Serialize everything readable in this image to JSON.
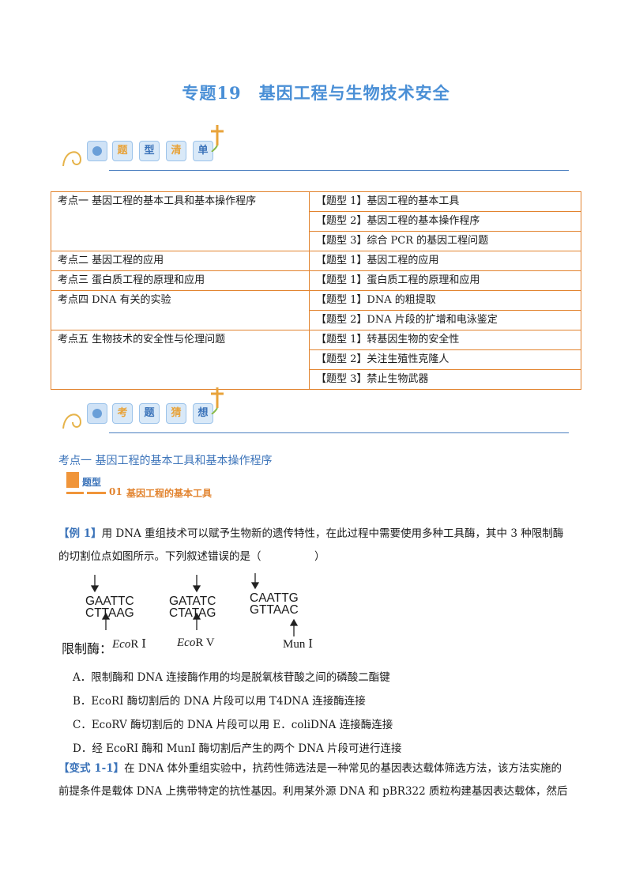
{
  "title": "专题19　基因工程与生物技术安全",
  "banner1": {
    "chars": [
      "题",
      "型",
      "清",
      "单"
    ]
  },
  "banner2": {
    "chars": [
      "考",
      "题",
      "猜",
      "想"
    ]
  },
  "table": [
    {
      "left": "考点一  基因工程的基本工具和基本操作程序",
      "right": "【题型 1】基因工程的基本工具"
    },
    {
      "left": "",
      "right": "【题型 2】基因工程的基本操作程序"
    },
    {
      "left": "",
      "right": "【题型 3】综合 PCR 的基因工程问题"
    },
    {
      "left": "考点二  基因工程的应用",
      "right": "【题型 1】基因工程的应用"
    },
    {
      "left": "考点三  蛋白质工程的原理和应用",
      "right": "【题型 1】蛋白质工程的原理和应用"
    },
    {
      "left": "考点四  DNA 有关的实验",
      "right": "【题型 1】DNA 的粗提取"
    },
    {
      "left": "",
      "right": "【题型 2】DNA 片段的扩增和电泳鉴定"
    },
    {
      "left": "考点五  生物技术的安全性与伦理问题",
      "right": "【题型 1】转基因生物的安全性"
    },
    {
      "left": "",
      "right": "【题型 2】关注生殖性克隆人"
    },
    {
      "left": "",
      "right": "【题型 3】禁止生物武器"
    }
  ],
  "kaodian1": "考点一  基因工程的基本工具和基本操作程序",
  "tixing": {
    "label": "题型",
    "number": "01",
    "name": "基因工程的基本工具"
  },
  "example1": {
    "tag": "【例 1】",
    "line1": "用 DNA 重组技术可以赋予生物新的遗传特性，在此过程中需要使用多种工具酶，其中 3 种限制酶",
    "line2": "的切割位点如图所示。下列叙述错误的是（　　　　　）"
  },
  "enzymes": {
    "label": "限制酶：",
    "items": [
      {
        "top": "GAATTC",
        "bottom": "CTTAAG",
        "name_italic": "Eco",
        "name_rest": "R Ⅰ"
      },
      {
        "top": "GATATC",
        "bottom": "CTATAG",
        "name_italic": "Eco",
        "name_rest": "R V"
      },
      {
        "top": "CAATTG",
        "bottom": "GTTAAC",
        "name_italic": "",
        "name_rest": "Mun Ⅰ"
      }
    ]
  },
  "options": [
    "A．限制酶和 DNA 连接酶作用的均是脱氧核苷酸之间的磷酸二酯键",
    "B．EcoRI 酶切割后的 DNA 片段可以用 T4DNA 连接酶连接",
    "C．EcoRV 酶切割后的 DNA 片段可以用 E．coliDNA 连接酶连接",
    "D．经 EcoRI 酶和 MunI 酶切割后产生的两个 DNA 片段可进行连接"
  ],
  "variant": {
    "tag": "【变式 1-1】",
    "line1": "在 DNA 体外重组实验中，抗药性筛选法是一种常见的基因表达载体筛选方法，该方法实施的",
    "line2": "前提条件是载体 DNA 上携带特定的抗性基因。利用某外源 DNA 和 pBR322 质粒构建基因表达载体，然后"
  }
}
